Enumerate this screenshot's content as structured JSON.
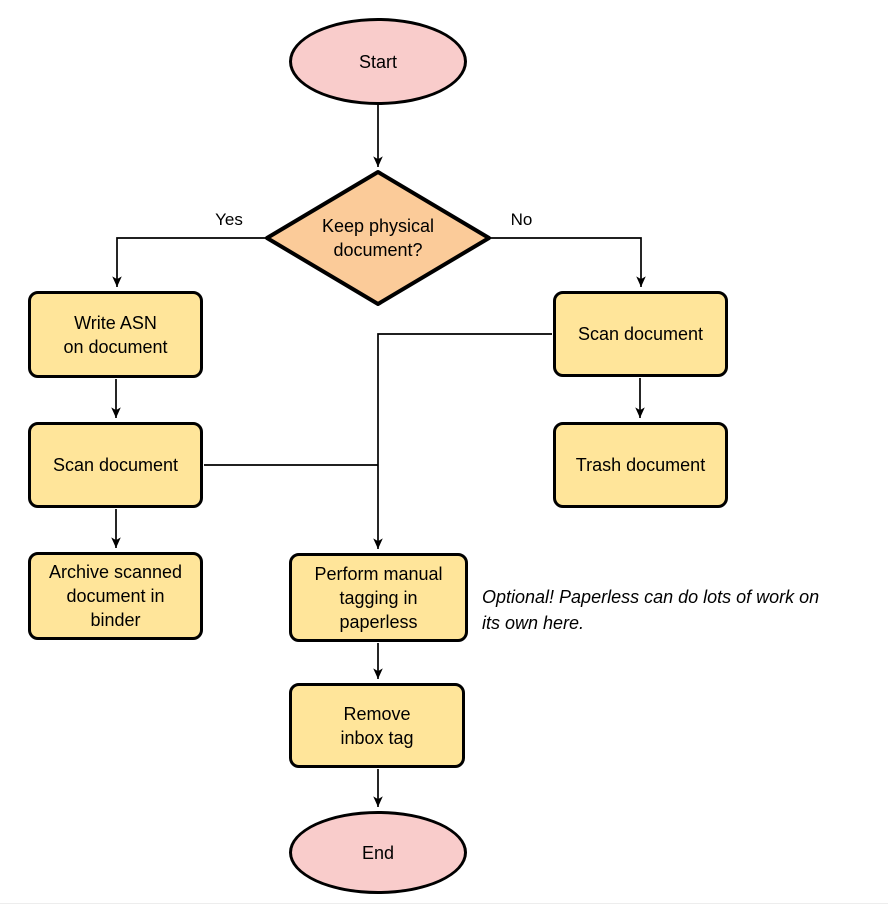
{
  "colors": {
    "terminator_fill": "#f9cccb",
    "decision_fill": "#fbcb99",
    "process_fill": "#ffe59a",
    "shape_stroke": "#000000",
    "edge_stroke": "#000000"
  },
  "nodes": {
    "start": {
      "label": "Start",
      "type": "terminator"
    },
    "decision": {
      "label": "Keep physical\ndocument?",
      "type": "decision"
    },
    "write_asn": {
      "label": "Write ASN\non document",
      "type": "process"
    },
    "scan_left": {
      "label": "Scan document",
      "type": "process"
    },
    "archive": {
      "label": "Archive scanned\ndocument in\nbinder",
      "type": "process"
    },
    "scan_right": {
      "label": "Scan document",
      "type": "process"
    },
    "trash": {
      "label": "Trash document",
      "type": "process"
    },
    "tagging": {
      "label": "Perform manual\ntagging in\npaperless",
      "type": "process"
    },
    "remove_inbox": {
      "label": "Remove\ninbox tag",
      "type": "process"
    },
    "end": {
      "label": "End",
      "type": "terminator"
    }
  },
  "edge_labels": {
    "yes": "Yes",
    "no": "No"
  },
  "note": {
    "text": "Optional! Paperless can do lots of work on\nits own here."
  }
}
